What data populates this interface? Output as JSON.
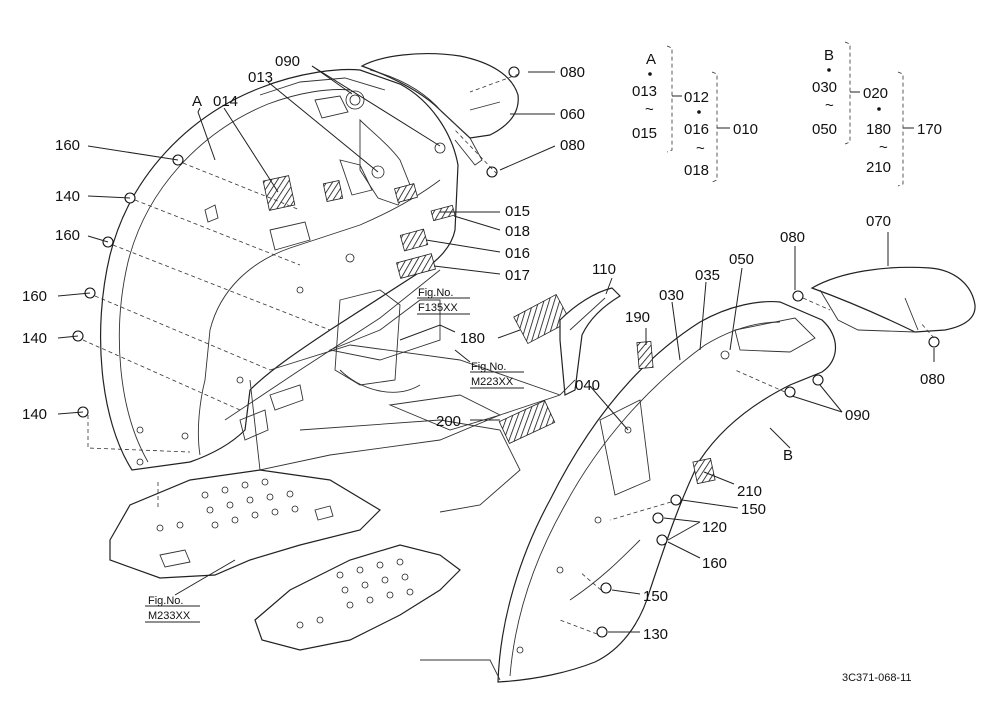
{
  "drawing_id": "3C371-068-11",
  "callouts": {
    "c090_top": "090",
    "c013": "013",
    "c014": "014",
    "cA": "A",
    "c160_a": "160",
    "c140_a": "140",
    "c160_b": "160",
    "c160_c": "160",
    "c140_b": "140",
    "c140_c": "140",
    "c080_a": "080",
    "c060": "060",
    "c080_b": "080",
    "c015": "015",
    "c018": "018",
    "c016": "016",
    "c017": "017",
    "c110": "110",
    "c030": "030",
    "c035": "035",
    "c050": "050",
    "c080_c": "080",
    "c070": "070",
    "c180": "180",
    "c190": "190",
    "c040": "040",
    "c200": "200",
    "c080_d": "080",
    "c090_b": "090",
    "cB": "B",
    "c210": "210",
    "c150_a": "150",
    "c120": "120",
    "c160_d": "160",
    "c150_b": "150",
    "c130": "130"
  },
  "fig_refs": {
    "f1_label": "Fig.No.",
    "f1_code": "F135XX",
    "f2_label": "Fig.No.",
    "f2_code": "M223XX",
    "f3_label": "Fig.No.",
    "f3_code": "M233XX"
  },
  "legend": {
    "groupA": {
      "head": "A",
      "first": "013",
      "tilde": "~",
      "last": "015",
      "sub_first": "012",
      "sub_mid": "016",
      "sub_tilde": "~",
      "sub_last": "018",
      "assembly": "010"
    },
    "groupB": {
      "head": "B",
      "first": "030",
      "tilde": "~",
      "last": "050",
      "sub_first": "020",
      "sub_mid": "180",
      "sub_tilde": "~",
      "sub_last": "210",
      "assembly": "170"
    }
  }
}
